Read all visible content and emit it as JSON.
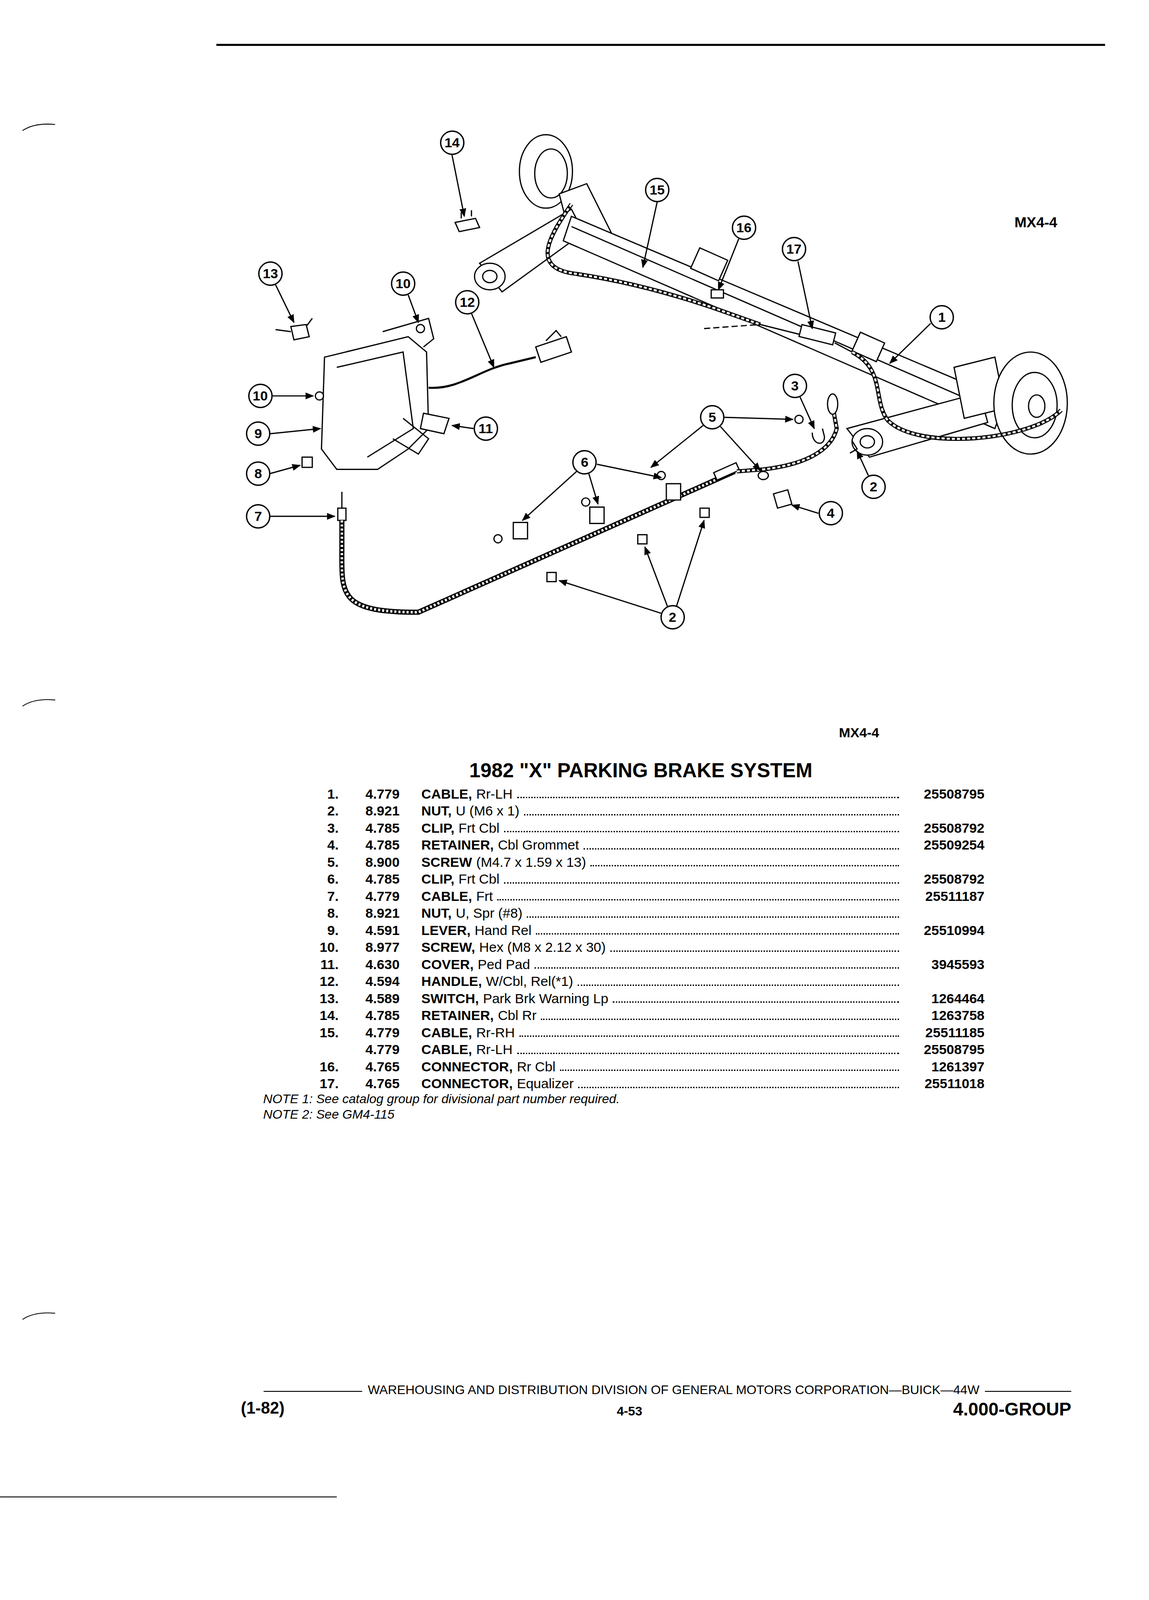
{
  "diagram": {
    "title": "1982 \"X\" PARKING BRAKE SYSTEM",
    "nodes": [
      {
        "text": [
          "14"
        ]
      },
      {
        "text": [
          "15"
        ]
      },
      {
        "text": [
          "16"
        ]
      },
      {
        "text": [
          "17"
        ]
      },
      {
        "text": [
          "13"
        ]
      },
      {
        "text": [
          "10"
        ]
      },
      {
        "text": [
          "12"
        ]
      },
      {
        "text": [
          "1"
        ]
      },
      {
        "text": [
          "3"
        ]
      },
      {
        "text": [
          "5"
        ]
      },
      {
        "text": [
          "10"
        ]
      },
      {
        "text": [
          "11"
        ]
      },
      {
        "text": [
          "9"
        ]
      },
      {
        "text": [
          "6"
        ]
      },
      {
        "text": [
          "2"
        ]
      },
      {
        "text": [
          "8"
        ]
      },
      {
        "text": [
          "4"
        ]
      },
      {
        "text": [
          "7"
        ]
      },
      {
        "text": [
          "2"
        ]
      }
    ],
    "labels": [
      "MX4-4",
      "MX4-4",
      "1.",
      "4.779",
      "CABLE,",
      "Rr-LH",
      "25508795",
      "2.",
      "8.921",
      "NUT,",
      "U (M6 x 1)",
      "3.",
      "4.785",
      "CLIP,",
      "Frt Cbl",
      "25508792",
      "4.",
      "4.785",
      "RETAINER,",
      "Cbl Grommet",
      "25509254",
      "5.",
      "8.900",
      "SCREW",
      "(M4.7 x 1.59 x 13)",
      "6.",
      "4.785",
      "CLIP,",
      "Frt Cbl",
      "25508792",
      "7.",
      "4.779",
      "CABLE,",
      "Frt",
      "25511187",
      "8.",
      "8.921",
      "NUT,",
      "U, Spr (#8)",
      "9.",
      "4.591",
      "LEVER,",
      "Hand Rel",
      "25510994",
      "10.",
      "8.977",
      "SCREW,",
      "Hex (M8 x 2.12 x 30)",
      "11.",
      "4.630",
      "COVER,",
      "Ped Pad",
      "3945593",
      "12.",
      "4.594",
      "HANDLE,",
      "W/Cbl, Rel(*1)",
      "13.",
      "4.589",
      "SWITCH,",
      "Park Brk Warning Lp",
      "1264464",
      "14.",
      "4.785",
      "RETAINER,",
      "Cbl Rr",
      "1263758",
      "15.",
      "4.779",
      "CABLE,",
      "Rr-RH",
      "25511185",
      "4.779",
      "CABLE,",
      "Rr-LH",
      "25508795",
      "16.",
      "4.765",
      "CONNECTOR,",
      "Rr Cbl",
      "1261397",
      "17.",
      "4.765",
      "CONNECTOR,",
      "Equalizer",
      "25511018",
      "NOTE 1: See catalog group for divisional part number required.",
      "NOTE 2: See GM4-115",
      "WAREHOUSING AND DISTRIBUTION DIVISION OF GENERAL MOTORS CORPORATION—BUICK—44W",
      "(1-82)",
      "4-53",
      "4.000-GROUP"
    ]
  }
}
